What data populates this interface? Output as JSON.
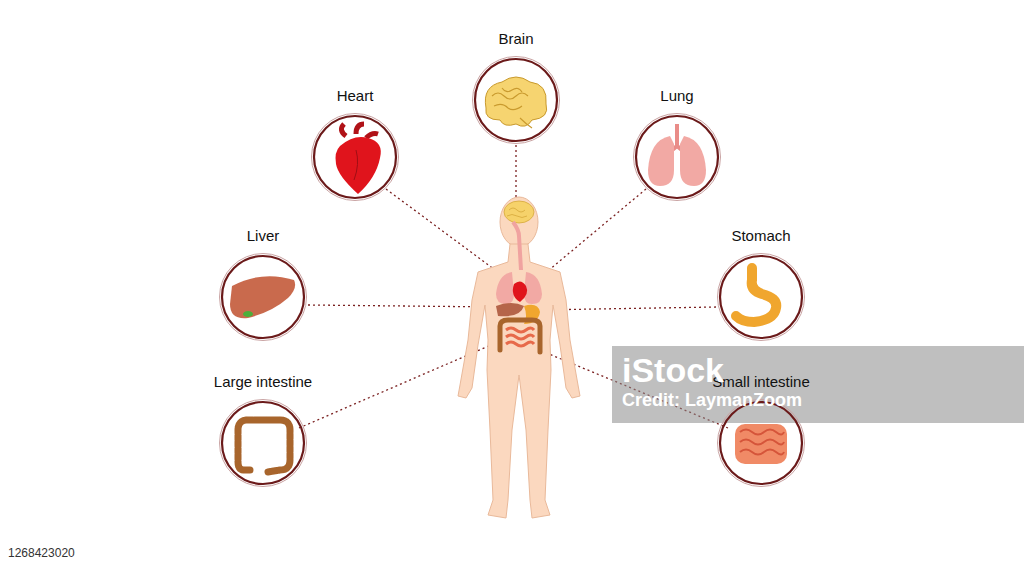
{
  "diagram": {
    "nodes": [
      {
        "text": [
          "Brain"
        ]
      },
      {
        "text": [
          "Heart"
        ]
      },
      {
        "text": [
          "Lung"
        ]
      },
      {
        "text": [
          "Liver"
        ]
      },
      {
        "text": [
          "Stomach"
        ]
      },
      {
        "text": [
          "Large intestine"
        ]
      },
      {
        "text": [
          "Small intestine"
        ]
      }
    ],
    "labels": [
      "iStock",
      "Credit: LaymanZoom",
      "1268423020"
    ]
  }
}
